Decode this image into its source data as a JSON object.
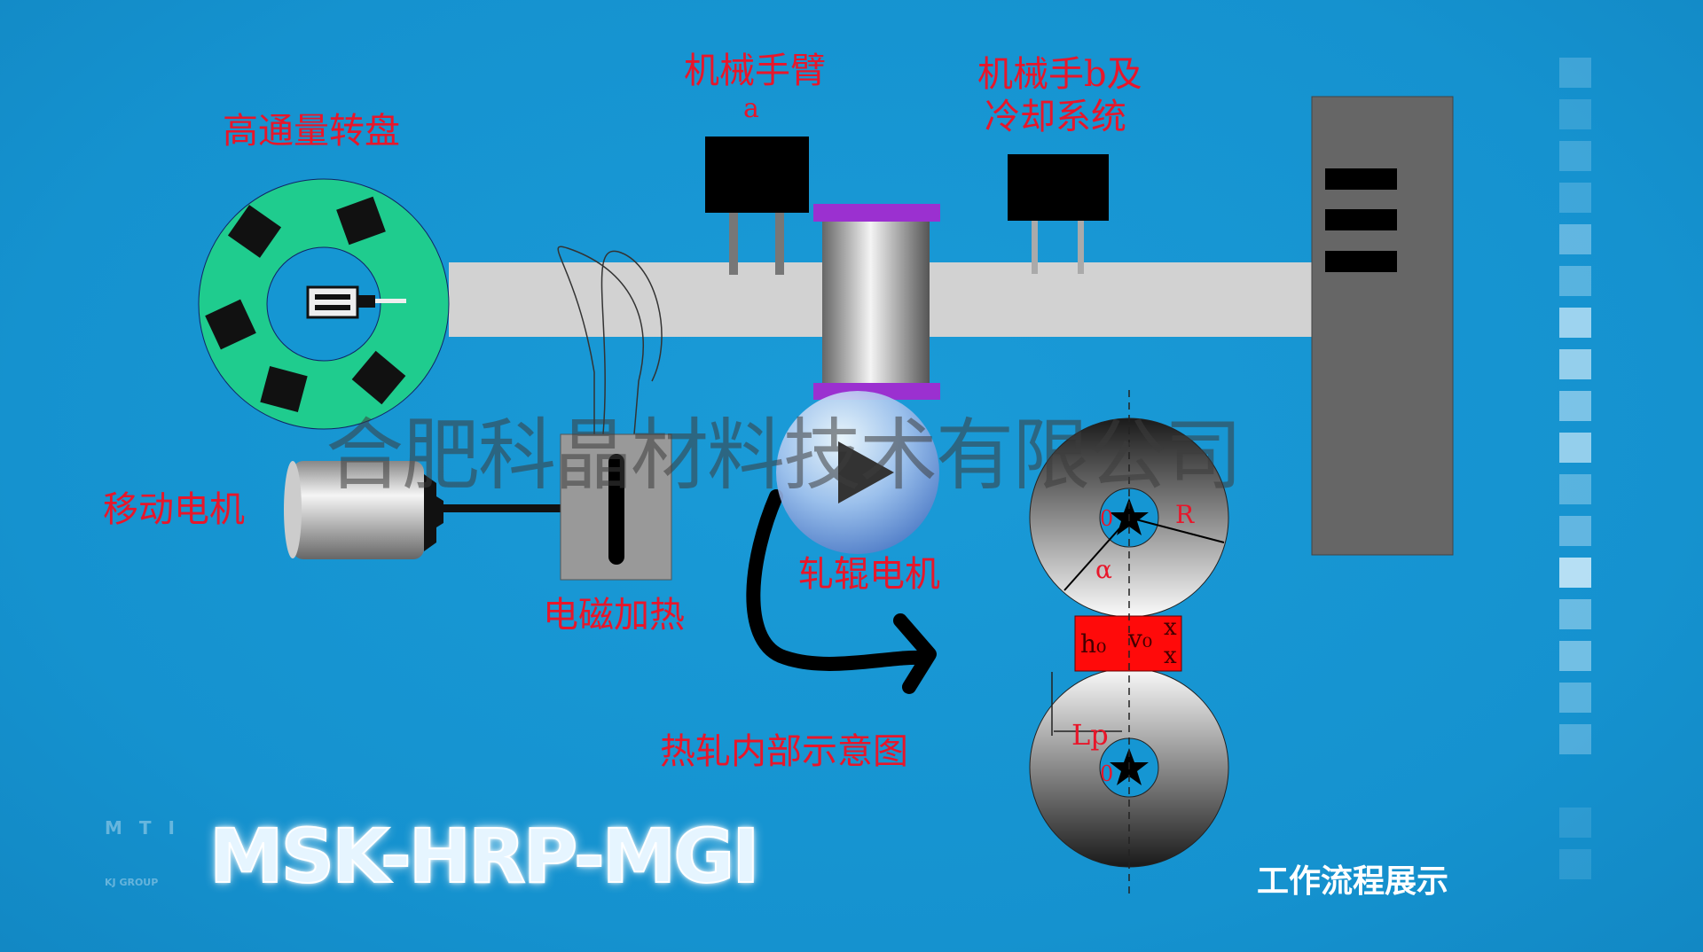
{
  "labels": {
    "turntable": "高通量转盘",
    "arm_a": "机械手臂",
    "arm_a_sub": "a",
    "arm_b_line1": "机械手b及",
    "arm_b_line2": "冷却系统",
    "move_motor": "移动电机",
    "induction_heating": "电磁加热",
    "roller_motor": "轧辊电机",
    "inner_diagram": "热轧内部示意图"
  },
  "diagram_symbols": {
    "R": "R",
    "alpha": "α",
    "o_top": "0",
    "o_bottom": "0",
    "h0": "h₀",
    "v0": "v₀",
    "x1": "x",
    "x2": "x",
    "Lp": "Lp"
  },
  "watermark": "合肥科晶材料技术有限公司",
  "logo": {
    "model": "MSK-HRP-MGI",
    "brand_letters": "M T I",
    "brand_sub": "KJ GROUP"
  },
  "caption": "工作流程展示",
  "player": {
    "icon": "play-icon"
  },
  "colors": {
    "background": "#1596d3",
    "label_red": "#e8162a",
    "turntable": "#1fcc8e",
    "purple": "#9b30d0"
  }
}
